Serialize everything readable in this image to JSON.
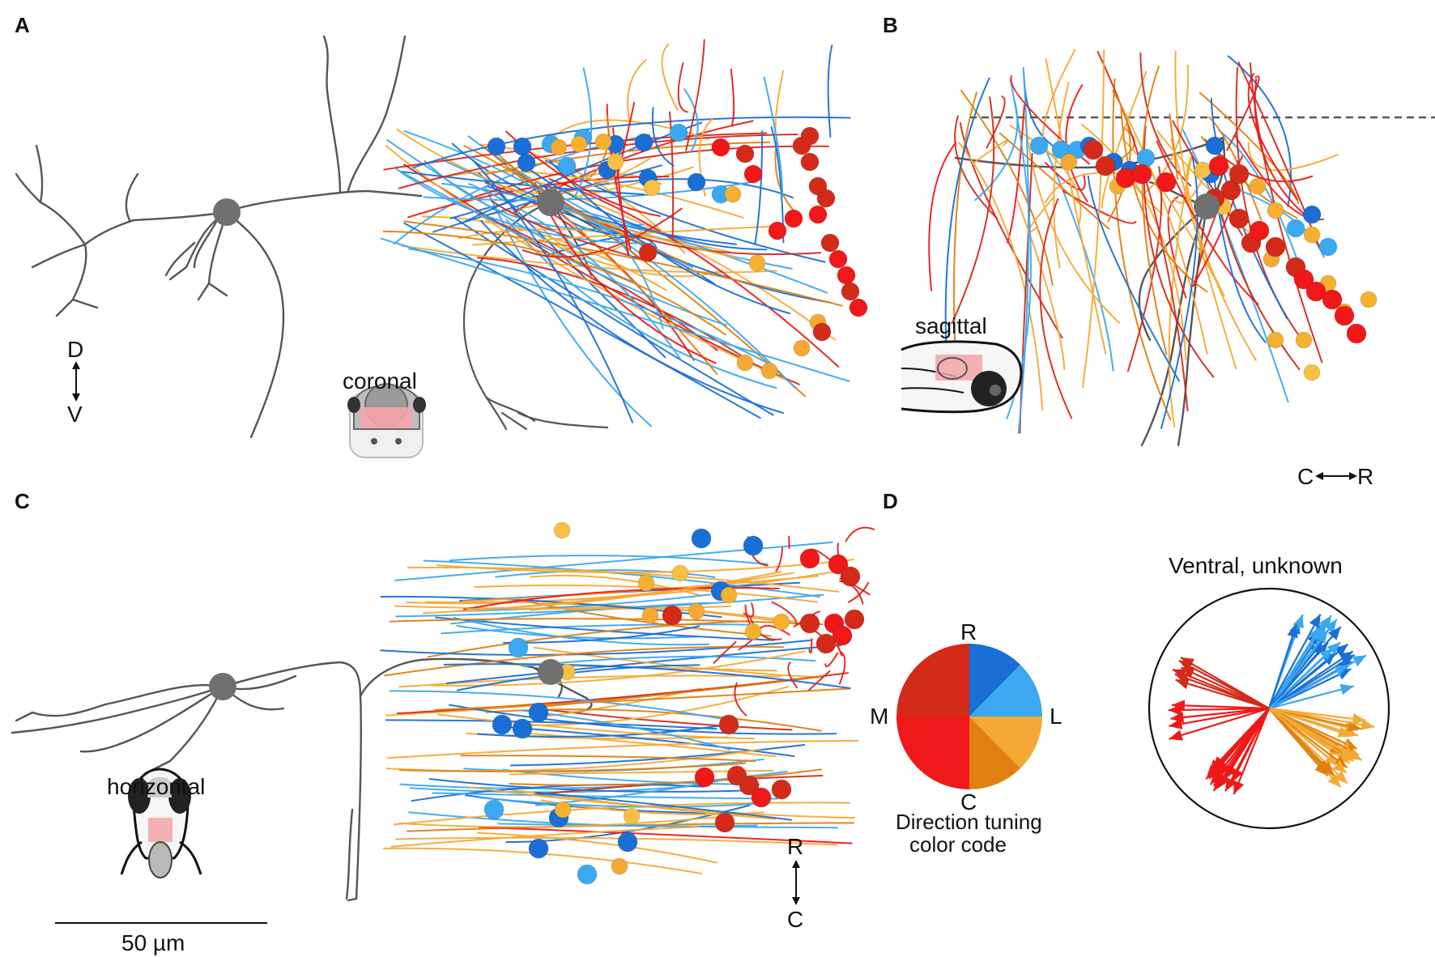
{
  "panels": {
    "A": {
      "label": "A",
      "view": "coronal",
      "axis_top": "D",
      "axis_bottom": "V"
    },
    "B": {
      "label": "B",
      "view": "sagittal",
      "axis_left": "C",
      "axis_right": "R"
    },
    "C": {
      "label": "C",
      "view": "horizontal",
      "axis_top": "R",
      "axis_bottom": "C",
      "scale_bar": "50 µm"
    },
    "D": {
      "label": "D",
      "wheel_r": "R",
      "wheel_l": "L",
      "wheel_m": "M",
      "wheel_c": "C",
      "legend_line1": "Direction tuning",
      "legend_line2": "color code",
      "rose_title": "Ventral, unknown"
    }
  },
  "colors": {
    "rostral_dark": "#1a6fd6",
    "rostral_light": "#3ba8f0",
    "caudal_light": "#f5a935",
    "caudal_dark": "#e08010",
    "medial_dark": "#d42a1a",
    "medial": "#f01818",
    "neuron_gray": "#555555",
    "soma_gray": "#6e6e6e",
    "region_pink": "#f3a4a8"
  }
}
